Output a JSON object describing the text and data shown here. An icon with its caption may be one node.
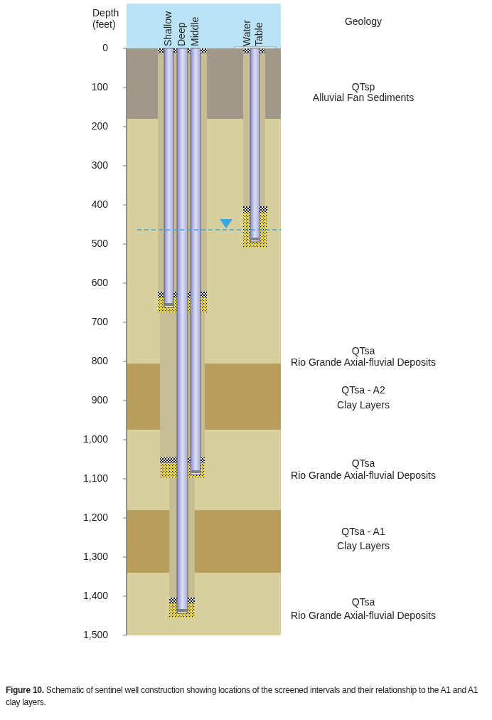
{
  "diagram": {
    "caption": "**Figure 10.** Schematic of sentinel well construction showing locations of the screened intervals and their relationship to the A1 and A1 clay layers.",
    "labels": [
      "Depth (feet)",
      "0",
      "100",
      "200",
      "300",
      "400",
      "500",
      "600",
      "700",
      "800",
      "900",
      "1,000",
      "1,100",
      "1,200",
      "1,300",
      "1,400",
      "1,500",
      "Shallow",
      "Deep",
      "Middle",
      "Water Table",
      "Geology",
      "QTsp",
      "Alluvial Fan Sediments",
      "QTsa",
      "Rio Grande Axial-fluvial Deposits",
      "QTsa - A2",
      "Clay Layers",
      "QTsa",
      "Rio Grande Axial-fluvial Deposits",
      "QTsa - A1",
      "Clay Layers",
      "QTsa",
      "Rio Grande Axial-fluvial Deposits"
    ]
  }
}
